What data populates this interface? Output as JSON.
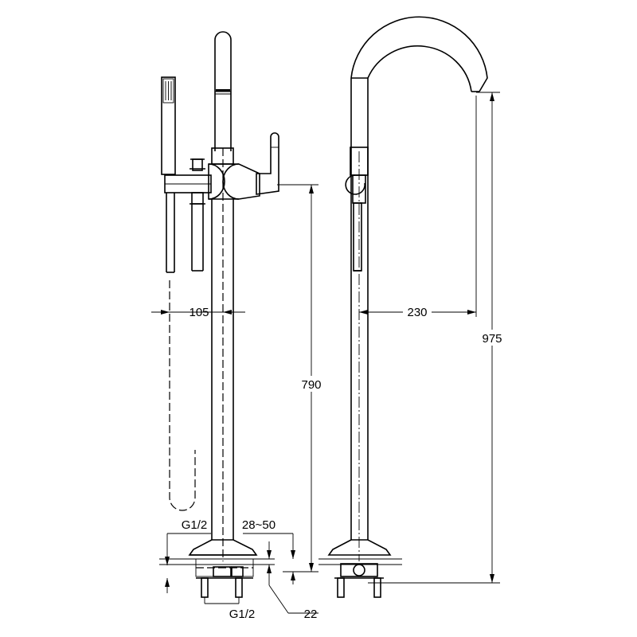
{
  "dimensions": {
    "handshower_offset": "105",
    "spout_reach": "230",
    "outlet_height": "790",
    "total_height": "975",
    "inlet_thread_top": "G1/2",
    "inlet_thread_bottom": "G1/2",
    "floor_adjust_range": "28~50",
    "base_thickness": "22"
  },
  "colors": {
    "line": "#000000",
    "background": "#ffffff"
  }
}
